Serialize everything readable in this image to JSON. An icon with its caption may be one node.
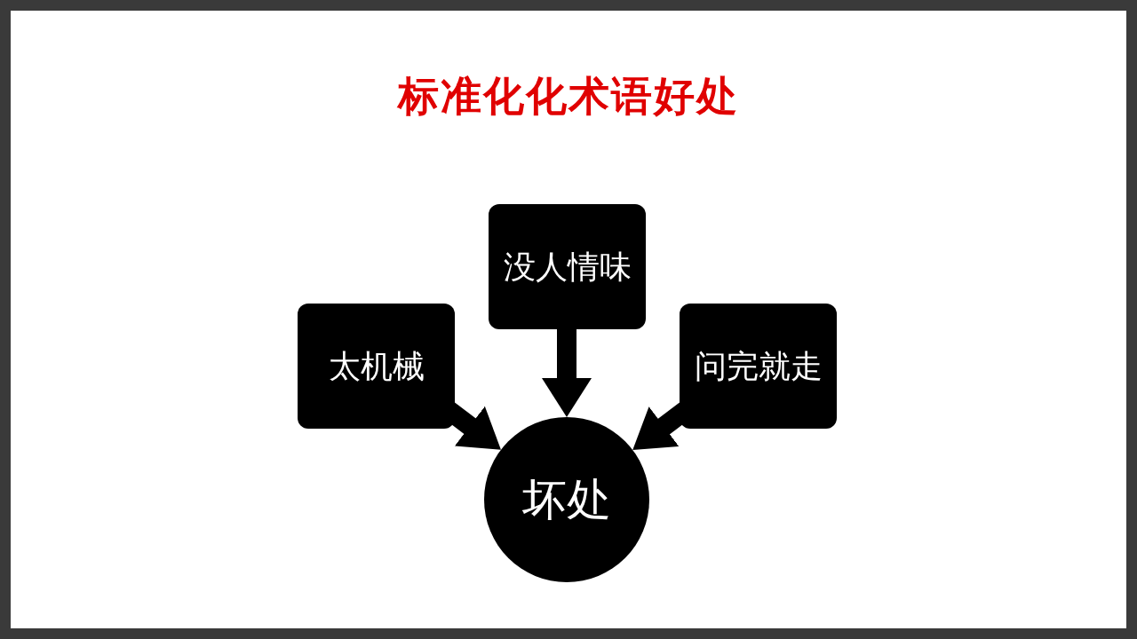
{
  "diagram": {
    "title": "标准化化术语好处",
    "nodes": [
      {
        "text": [
          "太机械"
        ]
      },
      {
        "text": [
          "没人情味"
        ]
      },
      {
        "text": [
          "问完就走"
        ]
      },
      {
        "text": [
          "坏处"
        ]
      }
    ],
    "edges": [
      {
        "from": 0,
        "to": 3,
        "arrow": "to"
      },
      {
        "from": 1,
        "to": 3,
        "arrow": "to"
      },
      {
        "from": 2,
        "to": 3,
        "arrow": "to"
      }
    ]
  }
}
